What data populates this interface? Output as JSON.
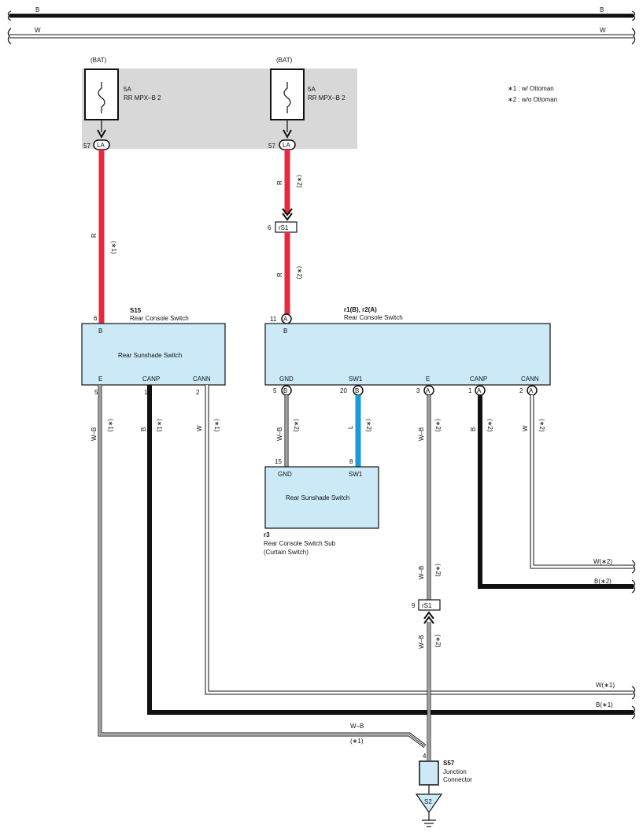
{
  "buses": {
    "b_label": "B",
    "w_label": "W"
  },
  "fuses": {
    "left": {
      "source": "(BAT)",
      "rating": "5A",
      "name": "RR MPX–B 2",
      "pin": "57",
      "conn": "LA"
    },
    "right": {
      "source": "(BAT)",
      "rating": "5A",
      "name": "RR MPX–B 2",
      "pin": "57",
      "conn": "LA"
    }
  },
  "notes": {
    "n1": "∗1 : w/ Ottoman",
    "n2": "∗2 : w/o Ottoman"
  },
  "wires": {
    "red_left": {
      "color": "R",
      "note": "(∗1)"
    },
    "red_right_upper": {
      "color": "R",
      "note": "(∗2)"
    },
    "red_right_lower": {
      "color": "R",
      "note": "(∗2)"
    },
    "s15_e": {
      "color": "W–B",
      "note": "(∗1)"
    },
    "s15_canp": {
      "color": "B",
      "note": "(∗1)"
    },
    "s15_cann": {
      "color": "W",
      "note": "(∗1)"
    },
    "r1_gnd": {
      "color": "W–B",
      "note": "(∗2)"
    },
    "r1_sw1": {
      "color": "L",
      "note": "(∗2)"
    },
    "r1_e_upper": {
      "color": "W–B",
      "note": "(∗2)"
    },
    "r1_e_lower": {
      "color": "W–B",
      "note": "(∗2)"
    },
    "r1_canp": {
      "color": "B",
      "note": "(∗2)"
    },
    "r1_cann": {
      "color": "W",
      "note": "(∗2)"
    },
    "out_w2": "W(∗2)",
    "out_b2": "B(∗2)",
    "out_w1": "W(∗1)",
    "out_b1": "B(∗1)",
    "bottom_wb": "W–B",
    "bottom_note": "(∗1)"
  },
  "connector_rs1_top": {
    "pin": "6",
    "name": "rS1"
  },
  "connector_rs1_bottom": {
    "pin": "9",
    "name": "rS1"
  },
  "s15": {
    "code": "S15",
    "name": "Rear Console Switch",
    "inner": "Rear Sunshade Switch",
    "b_pin": "6",
    "b_label": "B",
    "e_pin": "5",
    "e_label": "E",
    "canp_pin": "1",
    "canp_label": "CANP",
    "cann_pin": "2",
    "cann_label": "CANN"
  },
  "r1": {
    "code": "r1(B), r2(A)",
    "name": "Rear Console Switch",
    "b_pin": "11",
    "b_conn": "A",
    "b_label": "B",
    "gnd_pin": "5",
    "gnd_conn": "B",
    "gnd_label": "GND",
    "sw1_pin": "20",
    "sw1_conn": "B",
    "sw1_label": "SW1",
    "e_pin": "3",
    "e_conn": "A",
    "e_label": "E",
    "canp_pin": "1",
    "canp_conn": "A",
    "canp_label": "CANP",
    "cann_pin": "2",
    "cann_conn": "A",
    "cann_label": "CANN"
  },
  "r3": {
    "code": "r3",
    "name": "Rear Console Switch Sub",
    "sub": "(Curtain Switch)",
    "inner": "Rear Sunshade Switch",
    "gnd_pin": "15",
    "gnd_label": "GND",
    "sw1_pin": "8",
    "sw1_label": "SW1"
  },
  "s57": {
    "code": "S57",
    "line1": "Junction",
    "line2": "Connector",
    "pin": "4"
  },
  "ground": {
    "label": "S2"
  },
  "colors": {
    "red_wire": "#e8283c",
    "blue_wire": "#1a9ad6",
    "box_fill": "#cce9f7",
    "fuse_area": "#d8d8d8"
  }
}
